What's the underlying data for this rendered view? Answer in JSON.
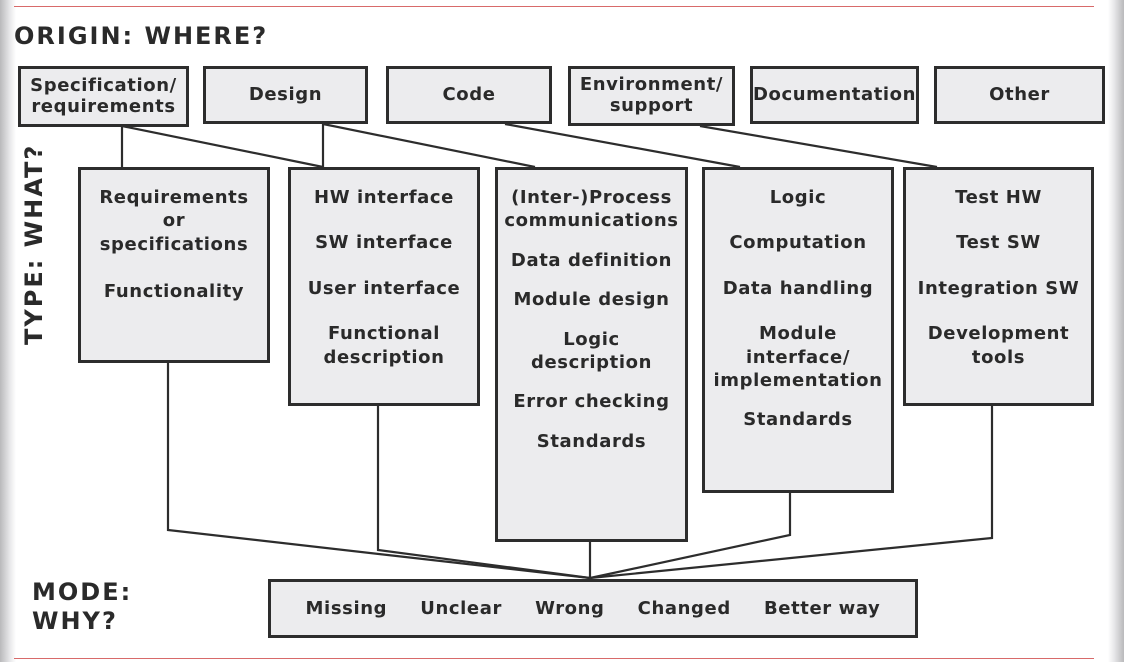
{
  "headings": {
    "origin": "ORIGIN:  WHERE?",
    "type": "TYPE:  WHAT?",
    "mode_line1": "MODE:",
    "mode_line2": "WHY?"
  },
  "origin": [
    {
      "line1": "Specification/",
      "line2": "requirements"
    },
    {
      "line1": "Design",
      "line2": ""
    },
    {
      "line1": "Code",
      "line2": ""
    },
    {
      "line1": "Environment/",
      "line2": "support"
    },
    {
      "line1": "Documentation",
      "line2": ""
    },
    {
      "line1": "Other",
      "line2": ""
    }
  ],
  "types": [
    {
      "items": [
        "Requirements\nor\nspecifications",
        "Functionality"
      ]
    },
    {
      "items": [
        "HW interface",
        "SW interface",
        "User interface",
        "Functional\ndescription"
      ]
    },
    {
      "items": [
        "(Inter-)Process\ncommunications",
        "Data definition",
        "Module design",
        "Logic\ndescription",
        "Error checking",
        "Standards"
      ]
    },
    {
      "items": [
        "Logic",
        "Computation",
        "Data handling",
        "Module\ninterface/\nimplementation",
        "Standards"
      ]
    },
    {
      "items": [
        "Test HW",
        "Test SW",
        "Integration SW",
        "Development\ntools"
      ]
    }
  ],
  "modes": [
    "Missing",
    "Unclear",
    "Wrong",
    "Changed",
    "Better way"
  ]
}
